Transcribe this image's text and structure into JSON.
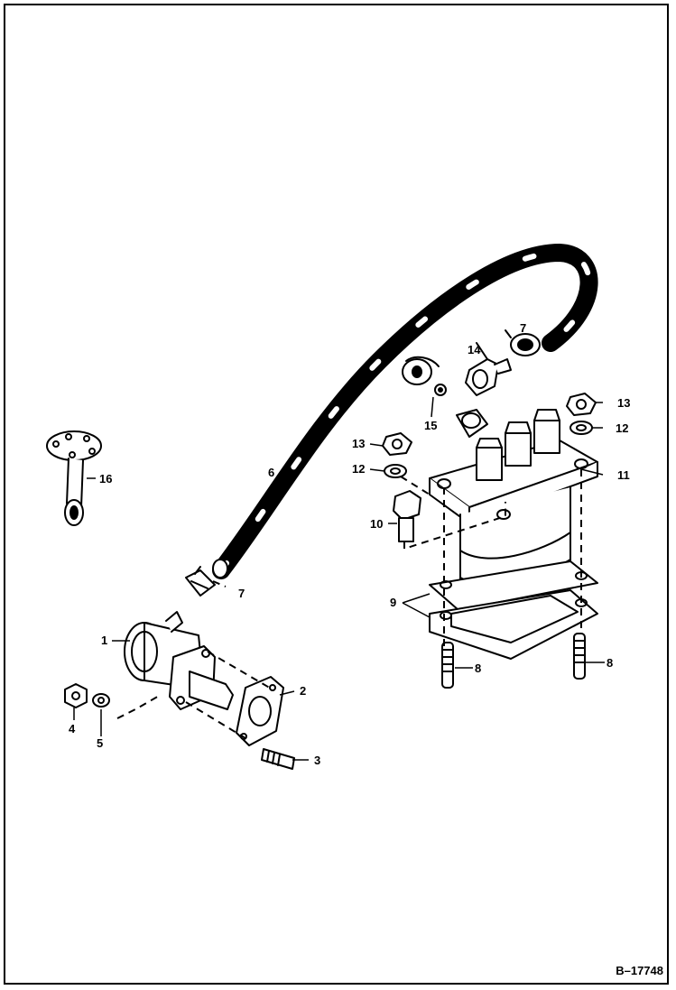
{
  "figure_ref": "B–17748",
  "callouts": {
    "c1": "1",
    "c2": "2",
    "c3": "3",
    "c4": "4",
    "c5": "5",
    "c6": "6",
    "c7": "7",
    "c7b": "7",
    "c8a": "8",
    "c8b": "8",
    "c9": "9",
    "c10": "10",
    "c11": "11",
    "c12a": "12",
    "c12b": "12",
    "c13a": "13",
    "c13b": "13",
    "c14": "14",
    "c15": "15",
    "c16": "16"
  },
  "colors": {
    "ink": "#000000",
    "paper": "#ffffff"
  }
}
